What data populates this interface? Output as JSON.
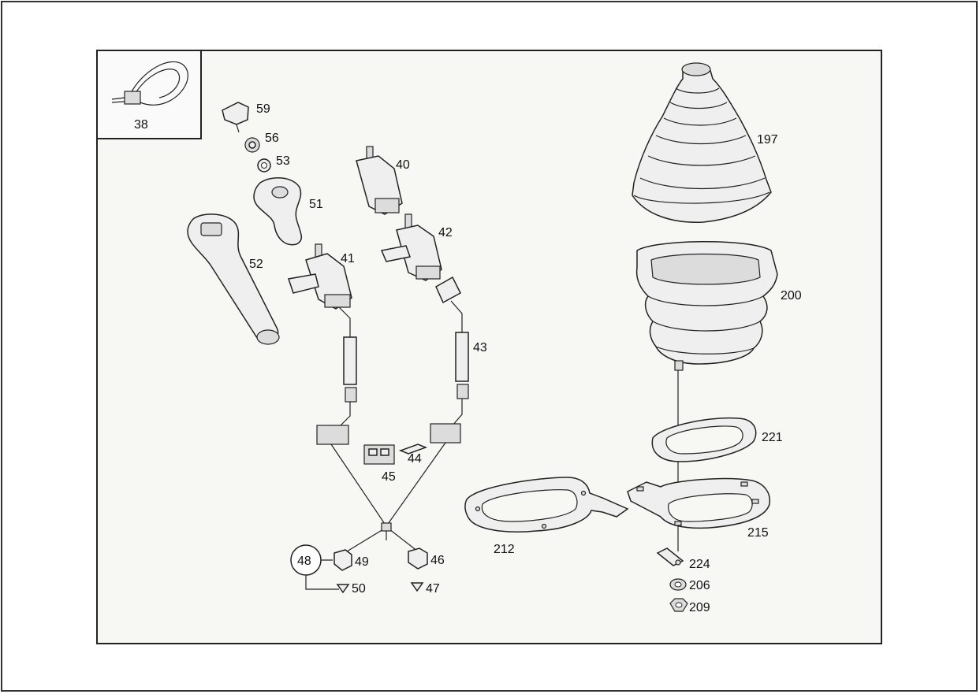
{
  "callouts": {
    "p38": "38",
    "p59": "59",
    "p56": "56",
    "p53": "53",
    "p51": "51",
    "p52": "52",
    "p40": "40",
    "p42": "42",
    "p41": "41",
    "p43": "43",
    "p44": "44",
    "p45": "45",
    "p48": "48",
    "p49": "49",
    "p50": "50",
    "p46": "46",
    "p47": "47",
    "p197": "197",
    "p200": "200",
    "p221": "221",
    "p212": "212",
    "p215": "215",
    "p224": "224",
    "p206": "206",
    "p209": "209"
  },
  "colors": {
    "stroke": "#222222",
    "part_fill": "#efefef",
    "background": "#ffffff"
  }
}
